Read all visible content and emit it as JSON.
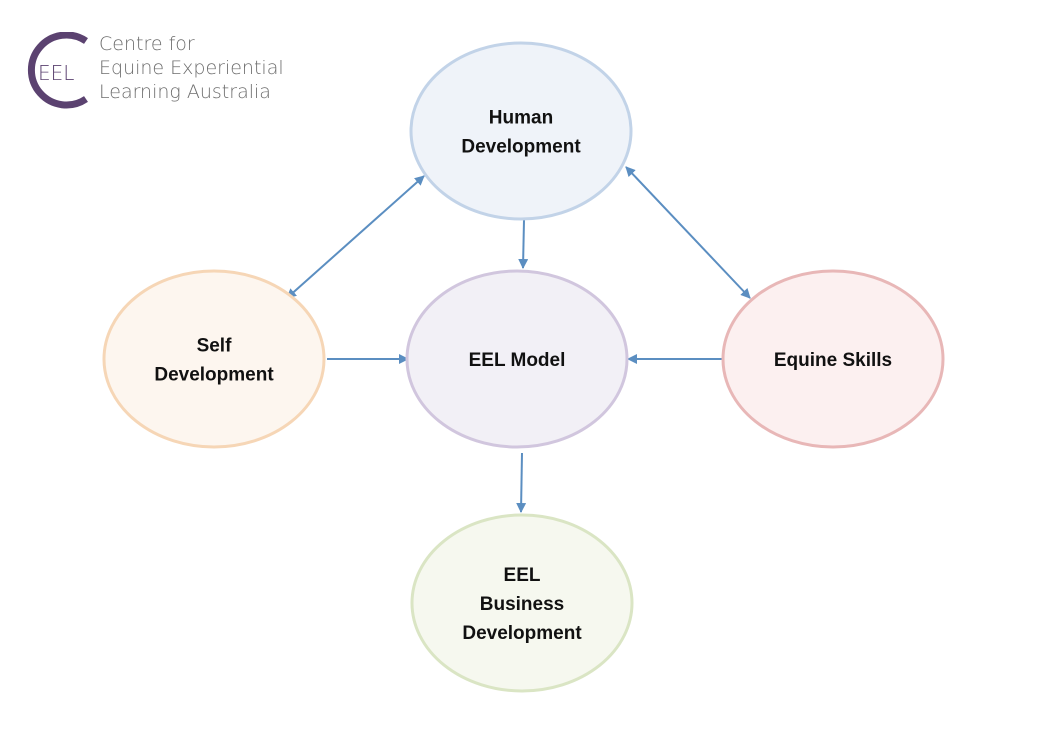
{
  "logo": {
    "mark_text": "EEL",
    "lines": [
      "Centre for",
      "Equine Experiential",
      "Learning Australia"
    ],
    "mark_color": "#5b4270",
    "text_color": "#6d6d6d"
  },
  "nodes": [
    {
      "id": "human",
      "lines": [
        "Human",
        "Development"
      ],
      "fill": "#eff3f9",
      "stroke": "#c2d3e8"
    },
    {
      "id": "self",
      "lines": [
        "Self",
        "Development"
      ],
      "fill": "#fdf6ef",
      "stroke": "#f6d6b6"
    },
    {
      "id": "eel-model",
      "lines": [
        "EEL Model"
      ],
      "fill": "#f2f0f6",
      "stroke": "#d1c6de"
    },
    {
      "id": "equine",
      "lines": [
        "Equine Skills"
      ],
      "fill": "#fcf0f0",
      "stroke": "#e8b7b7"
    },
    {
      "id": "business",
      "lines": [
        "EEL",
        "Business",
        "Development"
      ],
      "fill": "#f6f8ef",
      "stroke": "#dae5c4"
    }
  ],
  "connections": [
    {
      "from": "human",
      "to": "self",
      "direction": "both"
    },
    {
      "from": "human",
      "to": "equine",
      "direction": "both"
    },
    {
      "from": "human",
      "to": "eel-model",
      "direction": "forward"
    },
    {
      "from": "self",
      "to": "eel-model",
      "direction": "forward"
    },
    {
      "from": "equine",
      "to": "eel-model",
      "direction": "forward"
    },
    {
      "from": "eel-model",
      "to": "business",
      "direction": "forward"
    }
  ],
  "arrow_color": "#5b8ec1"
}
